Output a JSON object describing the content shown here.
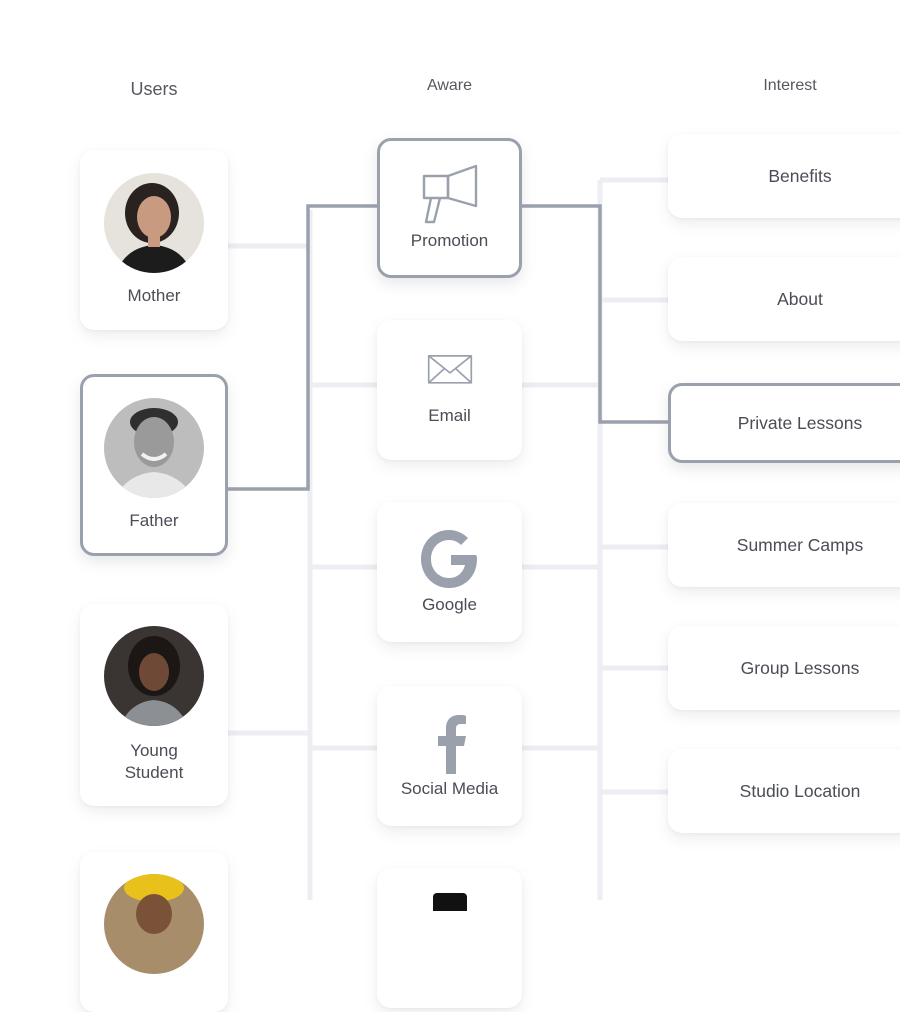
{
  "columns": {
    "users": "Users",
    "aware": "Aware",
    "interest": "Interest"
  },
  "users": [
    {
      "label": "Mother",
      "selected": false,
      "avatar": "woman-smiling-portrait"
    },
    {
      "label": "Father",
      "selected": true,
      "avatar": "man-smiling-portrait"
    },
    {
      "label": "Young\nStudent",
      "selected": false,
      "avatar": "girl-portrait"
    },
    {
      "label": "",
      "selected": false,
      "avatar": "person-yellow-hat-portrait"
    }
  ],
  "aware": [
    {
      "label": "Promotion",
      "icon": "megaphone-icon",
      "selected": true
    },
    {
      "label": "Email",
      "icon": "envelope-icon",
      "selected": false
    },
    {
      "label": "Google",
      "icon": "google-g-icon",
      "selected": false
    },
    {
      "label": "Social Media",
      "icon": "facebook-f-icon",
      "selected": false
    },
    {
      "label": "",
      "icon": "black-icon",
      "selected": false
    }
  ],
  "interest": [
    {
      "label": "Benefits",
      "selected": false
    },
    {
      "label": "About",
      "selected": false
    },
    {
      "label": "Private Lessons",
      "selected": true
    },
    {
      "label": "Summer Camps",
      "selected": false
    },
    {
      "label": "Group Lessons",
      "selected": false
    },
    {
      "label": "Studio Location",
      "selected": false
    }
  ],
  "colors": {
    "active_line": "#9aa1ad",
    "inactive_line": "#eceef3",
    "icon": "#9aa1ad",
    "label": "#4a4d55"
  }
}
